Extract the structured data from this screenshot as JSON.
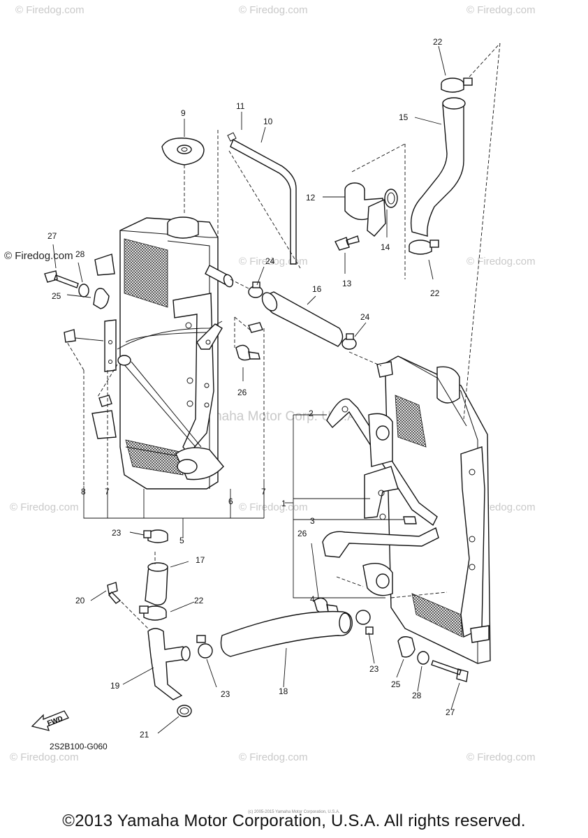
{
  "watermarks": [
    "© Firedog.com",
    "© Firedog.com",
    "© Firedog.com",
    "© Firedog.com",
    "© Firedog.com",
    "© Firedog.com",
    "© Firedog.com",
    "© Firedog.com",
    "© Firedog.com",
    "© Firedog.com",
    "© Firedog.com",
    "© Firedog.com"
  ],
  "center_watermark": "Yamaha Motor Corp. U.S.A.",
  "labels": {
    "n1": "1",
    "n2": "2",
    "n3": "3",
    "n4": "4",
    "n5": "5",
    "n6": "6",
    "n7a": "7",
    "n7b": "7",
    "n8": "8",
    "n9": "9",
    "n10": "10",
    "n11": "11",
    "n12": "12",
    "n13": "13",
    "n14": "14",
    "n15": "15",
    "n16": "16",
    "n17": "17",
    "n18": "18",
    "n19": "19",
    "n20": "20",
    "n21": "21",
    "n22a": "22",
    "n22b": "22",
    "n22c": "22",
    "n23a": "23",
    "n23b": "23",
    "n23c": "23",
    "n24a": "24",
    "n24b": "24",
    "n25a": "25",
    "n25b": "25",
    "n26a": "26",
    "n26b": "26",
    "n27a": "27",
    "n27b": "27",
    "n28a": "28",
    "n28b": "28"
  },
  "fwd_label": "FWD",
  "diagram_code": "2S2B100-G060",
  "fine_print": "(c) 2005-2015 Yamaha Motor Corporation, U.S.A.",
  "copyright": "©2013 Yamaha Motor Corporation, U.S.A. All rights reserved."
}
